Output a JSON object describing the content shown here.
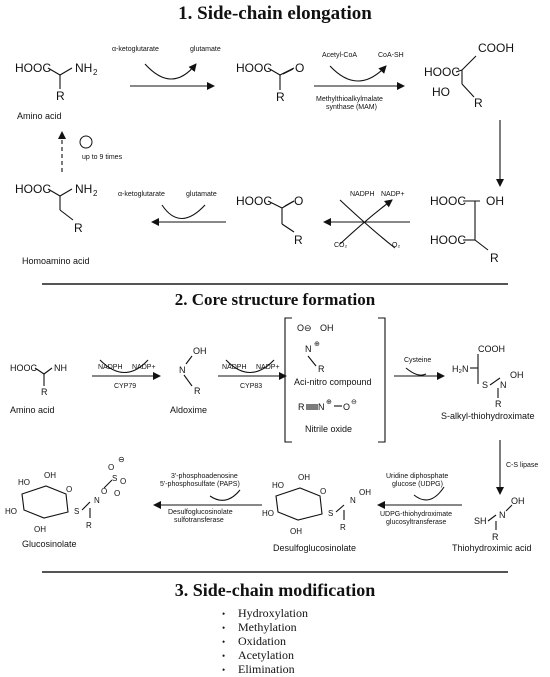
{
  "sections": [
    {
      "title": "1. Side-chain elongation"
    },
    {
      "title": "2. Core structure formation"
    },
    {
      "title": "3. Side-chain modification"
    }
  ],
  "s1": {
    "amino_acid_label": "Amino acid",
    "homoamino_acid_label": "Homoamino acid",
    "cycle_label": "up to 9 times",
    "step1_in": "α-ketoglutarate",
    "step1_out": "glutamate",
    "step2_in": "Acetyl-CoA",
    "step2_out": "CoA-SH",
    "step2_enzyme_line1": "Methylthioalkylmalate",
    "step2_enzyme_line2": "synthase (MAM)",
    "step4_in": "NADPH",
    "step4_out": "NADP+",
    "step4_co2": "CO₂",
    "step4_o2": "O₂",
    "step5_in": "α-ketoglutarate",
    "step5_out": "glutamate"
  },
  "s2": {
    "amino_acid_label": "Amino acid",
    "aldoxime_label": "Aldoxime",
    "acinitro_label": "Aci-nitro compound",
    "nitrile_oxide_label": "Nitrile oxide",
    "thiohydroximate_label": "S-alkyl-thiohydroximate",
    "thiohydroximic_label": "Thiohydroximic acid",
    "desulfo_label": "Desulfoglucosinolate",
    "glucosinolate_label": "Glucosinolate",
    "r1_in": "NADPH",
    "r1_out": "NADP+",
    "r1_enzyme": "CYP79",
    "r2_in": "NADPH",
    "r2_out": "NADP+",
    "r2_enzyme": "CYP83",
    "r3_in": "Cysteine",
    "r4_enzyme": "C-S lipase",
    "r5_in_line1": "Uridine diphosphate",
    "r5_in_line2": "glucose (UDPG)",
    "r5_enzyme_line1": "UDPG-thiohydroximate",
    "r5_enzyme_line2": "glucosyltransferase",
    "r6_in_line1": "3'-phosphoadenosine",
    "r6_in_line2": "5'-phosphosulfate (PAPS)",
    "r6_enzyme_line1": "Desulfoglucosinolate",
    "r6_enzyme_line2": "sulfotransferase"
  },
  "s3": {
    "modifications": [
      "Hydroxylation",
      "Methylation",
      "Oxidation",
      "Acetylation",
      "Elimination"
    ]
  }
}
